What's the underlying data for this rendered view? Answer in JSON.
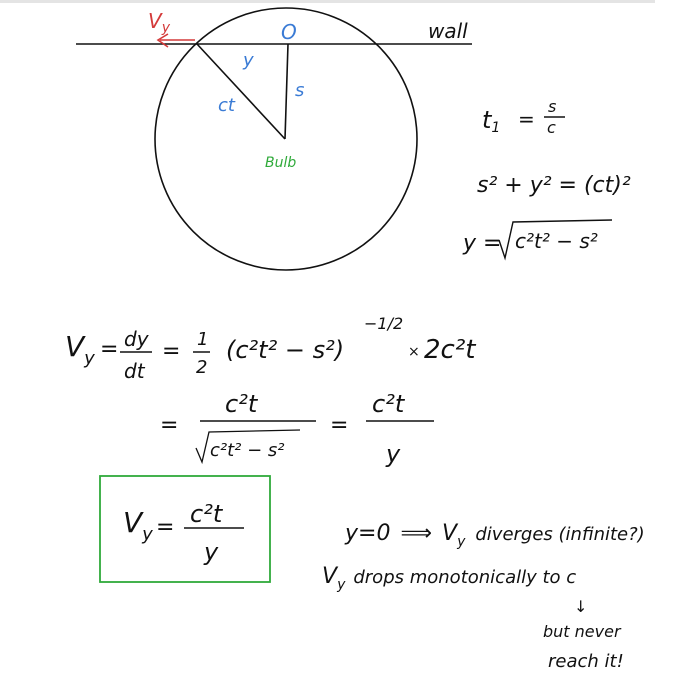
{
  "colors": {
    "ink": "#111111",
    "annotation_blue": "#3a7bd5",
    "velocity_red": "#d43a3a",
    "highlight_green": "#2faa3a"
  },
  "diagram": {
    "wall_label": "wall",
    "origin_label": "O",
    "velocity_label": "Vy",
    "velocity_label_main": "V",
    "velocity_label_sub": "y",
    "y_label": "y",
    "s_label": "s",
    "ct_label": "ct",
    "bulb_label": "Bulb"
  },
  "equations": {
    "t1": {
      "lhs": "t",
      "lhs_sub": "1",
      "eq": "=",
      "num": "s",
      "den": "c"
    },
    "pythag": {
      "text": "s² + y² = (ct)²"
    },
    "y_solve": {
      "lhs": "y =",
      "radicand": "c²t² − s²"
    },
    "derivative": {
      "lhs_main": "V",
      "lhs_sub": "y",
      "eq1": "=",
      "frac_num": "dy",
      "frac_den": "dt",
      "eq2": "=",
      "half_num": "1",
      "half_den": "2",
      "paren": "(c²t² − s²)",
      "exponent": "−1/2",
      "times": "×",
      "tail": "2c²t"
    },
    "simplified": {
      "eq1": "=",
      "num1": "c²t",
      "den1": "c²t² − s²",
      "eq2": "=",
      "num2": "c²t",
      "den2": "y"
    },
    "boxed": {
      "lhs_main": "V",
      "lhs_sub": "y",
      "eq": "=",
      "num": "c²t",
      "den": "y"
    }
  },
  "notes": {
    "line1_lhs": "y=0",
    "line1_arrow": "⟹",
    "line1_v": "V",
    "line1_sub": "y",
    "line1_rest": "diverges (infinite?)",
    "line2_v": "V",
    "line2_sub": "y",
    "line2_rest": "drops monotonically to c",
    "down_arrow": "↓",
    "line3": "but never",
    "line4": "reach it!"
  }
}
